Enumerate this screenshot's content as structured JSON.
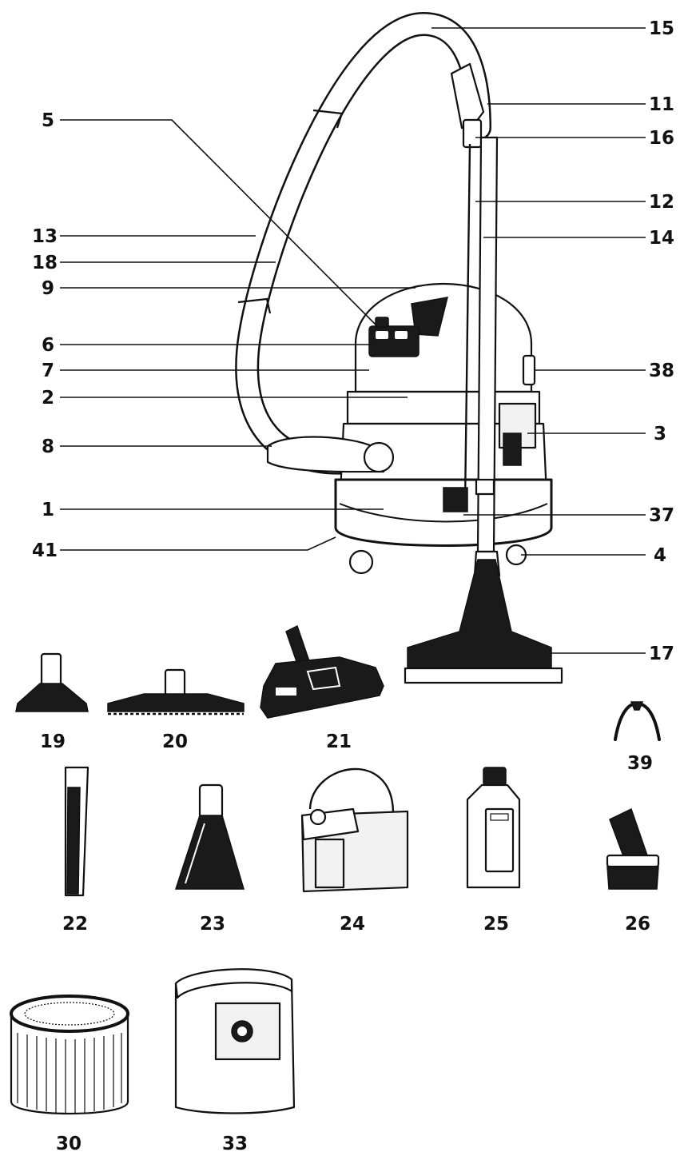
{
  "colors": {
    "ink": "#111111",
    "paper": "#ffffff"
  },
  "callouts": {
    "n15": "15",
    "n11": "11",
    "n16": "16",
    "n12": "12",
    "n14": "14",
    "n5": "5",
    "n13": "13",
    "n18": "18",
    "n9": "9",
    "n6": "6",
    "n7": "7",
    "n2": "2",
    "n38": "38",
    "n3": "3",
    "n8": "8",
    "n1": "1",
    "n37": "37",
    "n41": "41",
    "n4": "4",
    "n17": "17"
  },
  "accessories": {
    "n19": "19",
    "n20": "20",
    "n21": "21",
    "n39": "39",
    "n22": "22",
    "n23": "23",
    "n24": "24",
    "n25": "25",
    "n26": "26",
    "n30": "30",
    "n33": "33"
  }
}
